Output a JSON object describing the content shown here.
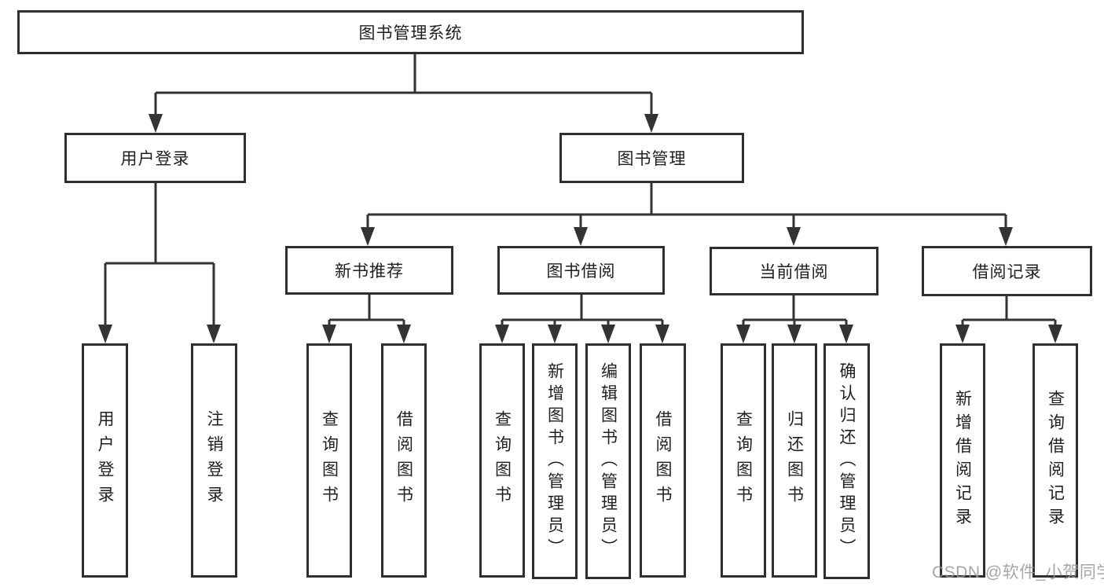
{
  "tree": {
    "label": "图书管理系统",
    "children": [
      {
        "label": "用户登录",
        "children": [
          {
            "label": "用户登录"
          },
          {
            "label": "注销登录"
          }
        ]
      },
      {
        "label": "图书管理",
        "children": [
          {
            "label": "新书推荐",
            "children": [
              {
                "label": "查询图书"
              },
              {
                "label": "借阅图书"
              }
            ]
          },
          {
            "label": "图书借阅",
            "children": [
              {
                "label": "查询图书"
              },
              {
                "label": "新增图书（管理员）"
              },
              {
                "label": "编辑图书（管理员）"
              },
              {
                "label": "借阅图书"
              }
            ]
          },
          {
            "label": "当前借阅",
            "children": [
              {
                "label": "查询图书"
              },
              {
                "label": "归还图书"
              },
              {
                "label": "确认归还（管理员）"
              }
            ]
          },
          {
            "label": "借阅记录",
            "children": [
              {
                "label": "新增借阅记录"
              },
              {
                "label": "查询借阅记录"
              }
            ]
          }
        ]
      }
    ]
  },
  "watermark": {
    "text": "CSDN @软件_小贺同学"
  },
  "colors": {
    "line": "#333333",
    "box_border": "#2f2f2f",
    "box_fill": "#ffffff",
    "text": "#1f1f1f",
    "watermark": "#969696",
    "background": "#ffffff"
  }
}
